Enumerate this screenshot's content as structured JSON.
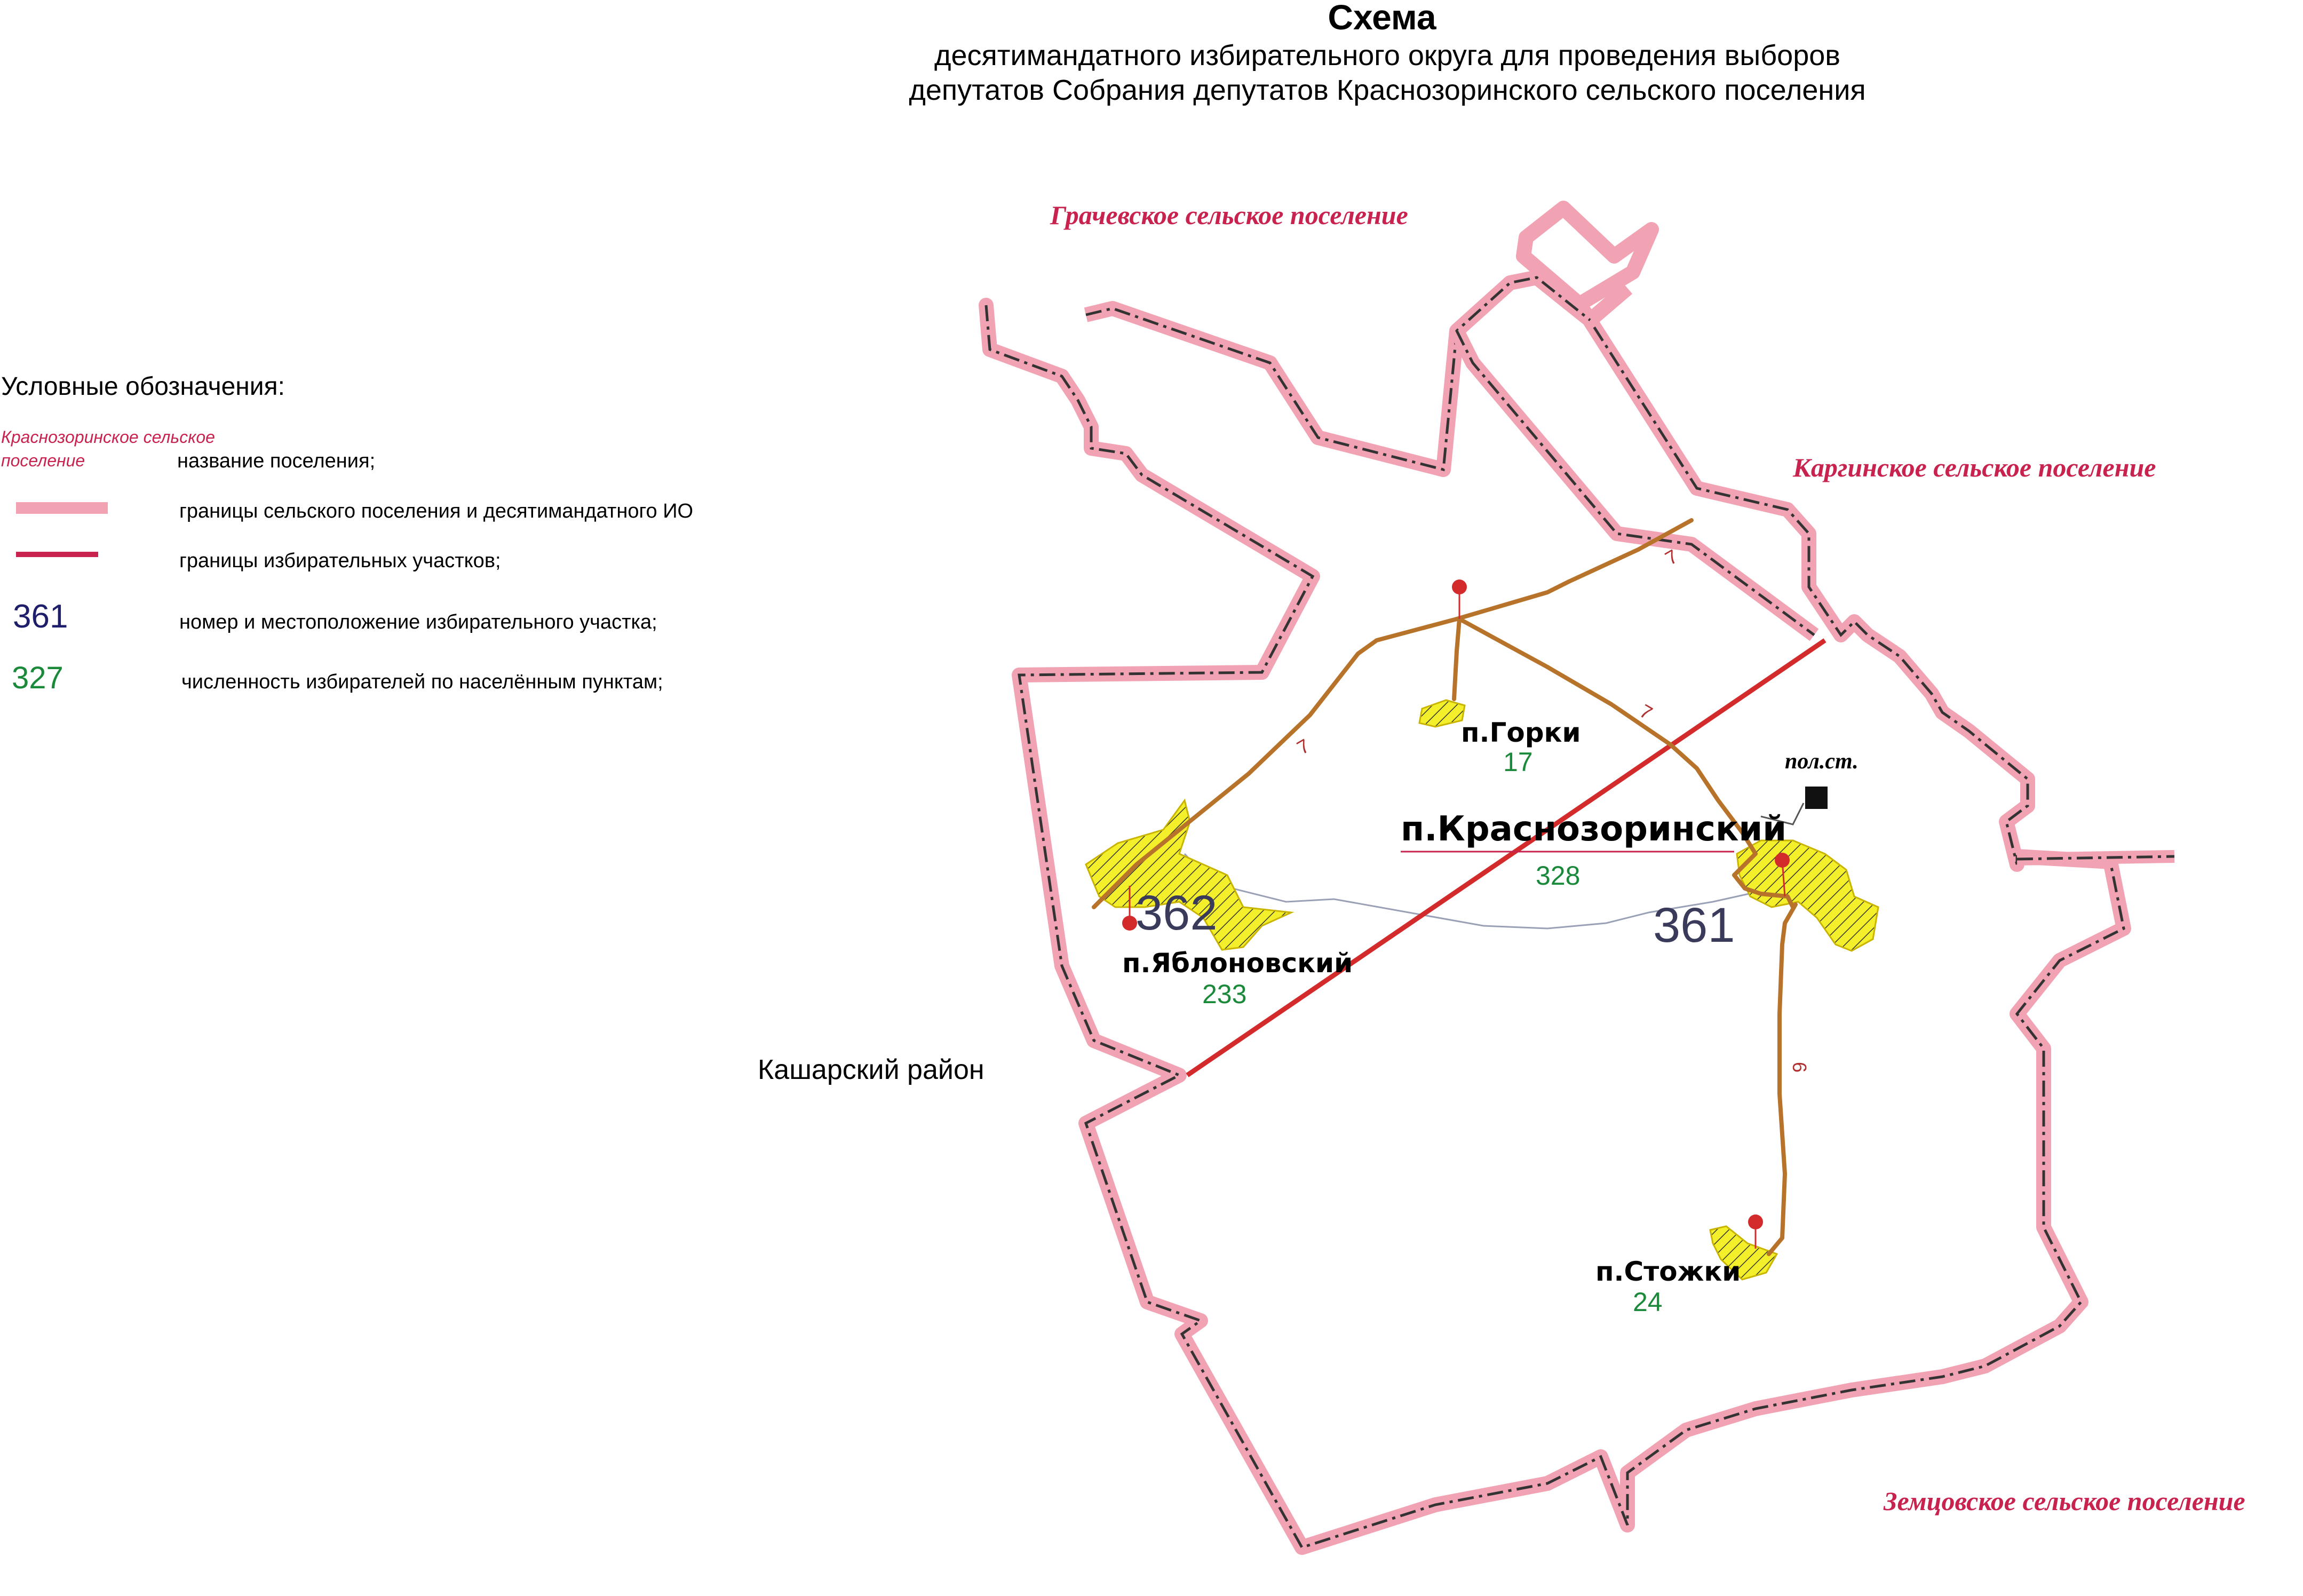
{
  "header": {
    "title": "Схема",
    "subtitle_line1": "десятимандатного избирательного округа для проведения выборов",
    "subtitle_line2": "депутатов Собрания депутатов Краснозоринского сельского поселения"
  },
  "legend": {
    "heading": "Условные обозначения:",
    "sample_name_line1": "Краснозоринское сельское",
    "sample_name_line2": "поселение",
    "name_desc": "название поселения;",
    "boundary_desc": "границы сельского поселения и десятимандатного ИО",
    "precinct_boundary_desc": "границы избирательных участков;",
    "precinct_number_sample": "361",
    "precinct_number_desc": "номер и местоположение избирательного участка;",
    "voters_sample": "327",
    "voters_desc": "численность избирателей по населённым пунктам;"
  },
  "neighbors": {
    "north": "Грачевское сельское поселение",
    "east": "Каргинское сельское поселение",
    "southeast": "Земцовское сельское поселение",
    "west": "Кашарский район"
  },
  "settlements": {
    "gorki": {
      "name": "п.Горки",
      "voters": "17"
    },
    "krasnozorinsky": {
      "name": "п.Краснозоринский",
      "voters": "328"
    },
    "yablonovsky": {
      "name": "п.Яблоновский",
      "voters": "233"
    },
    "stozhki": {
      "name": "п.Стожки",
      "voters": "24"
    }
  },
  "precincts": {
    "p362": "362",
    "p361": "361"
  },
  "poles": {
    "station_label": "пол.ст."
  },
  "road_labels": {
    "r1": "7",
    "r2": "7",
    "r3": "7",
    "r4": "6"
  },
  "colors": {
    "boundary_pink": "#f2a3b3",
    "precinct_line": "#d32b2b",
    "road": "#b8732a",
    "settlement_fill": "#f3ef2a",
    "neighbor_label": "#c8224f",
    "voters_green": "#1a8a3a",
    "precinct_number": "#3a3a5a",
    "legend_number": "#1e1e6a"
  }
}
